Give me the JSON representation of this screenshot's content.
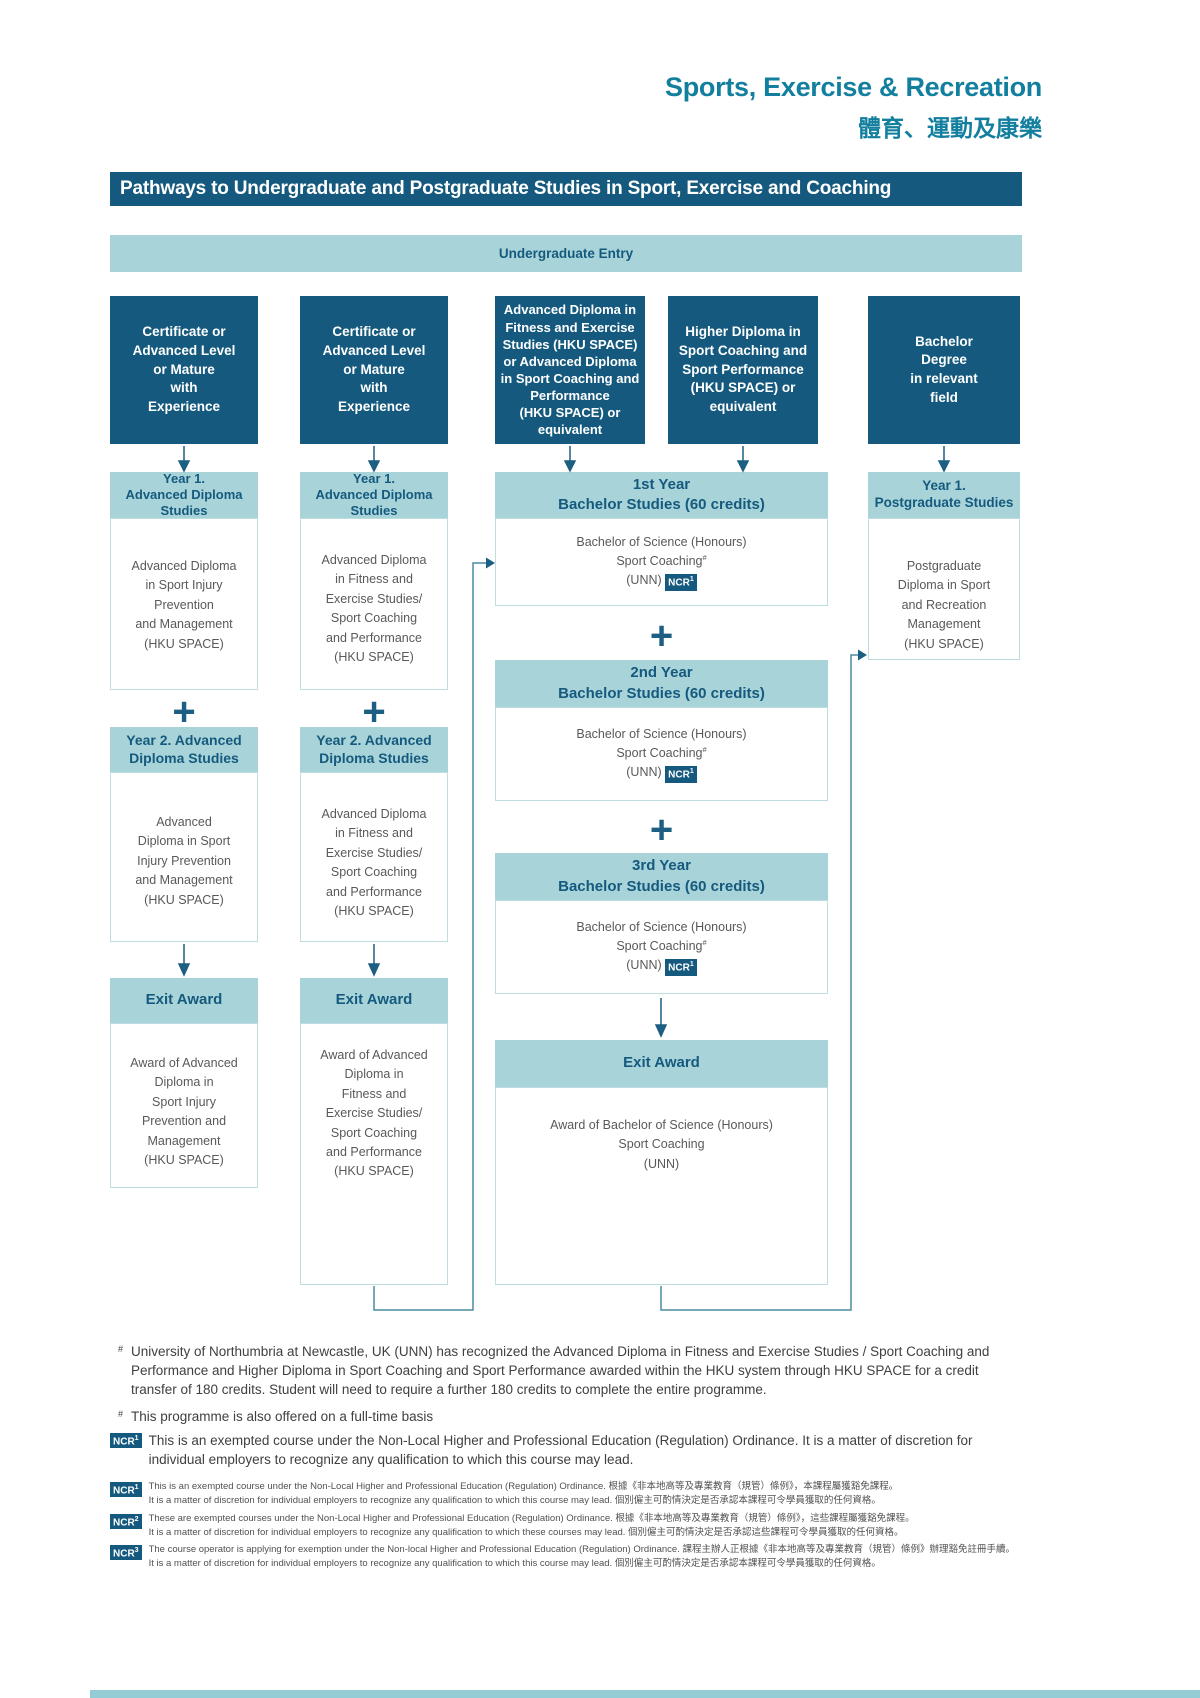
{
  "header": {
    "title_en": "Sports, Exercise & Recreation",
    "title_zh": "體育、運動及康樂",
    "banner": "Pathways to Undergraduate and Postgraduate Studies in Sport, Exercise and Coaching",
    "entry_band": "Undergraduate Entry"
  },
  "plus": "+",
  "entry_boxes": {
    "e1": "Certificate or\nAdvanced Level\nor Mature\nwith\nExperience",
    "e2": "Certificate or\nAdvanced Level\nor Mature\nwith\nExperience",
    "e3": "Advanced Diploma in\nFitness and Exercise\nStudies (HKU SPACE)\nor Advanced Diploma\nin Sport Coaching and\nPerformance\n(HKU SPACE) or\nequivalent",
    "e4": "Higher Diploma in\nSport Coaching and\nSport Performance\n(HKU SPACE) or\nequivalent",
    "e5": "Bachelor\nDegree\nin relevant\nfield"
  },
  "col1": {
    "y1_header": "Year 1.\nAdvanced Diploma\nStudies",
    "y1_body": "Advanced Diploma\nin Sport Injury\nPrevention\nand Management\n(HKU SPACE)",
    "y2_header": "Year 2. Advanced\nDiploma Studies",
    "y2_body": "Advanced\nDiploma in Sport\nInjury Prevention\nand Management\n(HKU SPACE)",
    "exit_header": "Exit Award",
    "exit_body": "Award of Advanced\nDiploma in\nSport Injury\nPrevention and\nManagement\n(HKU SPACE)"
  },
  "col2": {
    "y1_header": "Year 1.\nAdvanced Diploma\nStudies",
    "y1_body": "Advanced Diploma\nin Fitness and\nExercise Studies/\nSport Coaching\nand Performance\n(HKU SPACE)",
    "y2_header": "Year 2. Advanced\nDiploma Studies",
    "y2_body": "Advanced Diploma\nin Fitness and\nExercise Studies/\nSport Coaching\nand Performance\n(HKU SPACE)",
    "exit_header": "Exit Award",
    "exit_body": "Award of Advanced\nDiploma in\nFitness and\nExercise Studies/\nSport Coaching\nand Performance\n(HKU SPACE)"
  },
  "col3": {
    "y1_header": "1st Year\nBachelor Studies (60 credits)",
    "y2_header": "2nd Year\nBachelor Studies (60 credits)",
    "y3_header": "3rd Year\nBachelor Studies (60 credits)",
    "degree_line1": "Bachelor of Science (Honours)",
    "degree_line2": "Sport Coaching",
    "degree_sup": "#",
    "degree_line3": "(UNN)",
    "badge": "NCR",
    "badge_sup": "1",
    "exit_header": "Exit Award",
    "exit_body": "Award of Bachelor of Science (Honours)\nSport Coaching\n(UNN)"
  },
  "col5": {
    "y1_header": "Year 1.\nPostgraduate Studies",
    "y1_body": "Postgraduate\nDiploma in Sport\nand Recreation\nManagement\n(HKU SPACE)"
  },
  "footnotes": {
    "f1_marker": "#",
    "f1": "University of Northumbria at Newcastle, UK (UNN) has recognized the Advanced Diploma in Fitness and Exercise Studies / Sport Coaching and Performance and Higher Diploma in Sport Coaching and Sport Performance awarded within the HKU system through HKU SPACE for a credit transfer of 180 credits. Student will need to require a further 180 credits to complete the entire programme.",
    "f2_marker": "#",
    "f2": "This programme is also offered on a full-time basis",
    "f3_badge": "NCR",
    "f3_badge_sup": "1",
    "f3": "This is an exempted course under the Non-Local Higher and Professional Education (Regulation) Ordinance. It is a matter of discretion for individual employers to recognize any qualification to which this course may lead."
  },
  "ncr_block": [
    {
      "badge": "NCR",
      "sup": "1",
      "line1": "This is an exempted course under the Non-Local Higher and Professional Education (Regulation) Ordinance. 根據《非本地高等及專業教育（規管）條例》，本課程屬獲豁免課程。",
      "line2": "It is a matter of discretion for individual employers to recognize any qualification to which this course may lead. 個別僱主可酌情決定是否承認本課程可令學員獲取的任何資格。"
    },
    {
      "badge": "NCR",
      "sup": "2",
      "line1": "These are exempted courses under the Non-Local Higher and Professional Education (Regulation) Ordinance. 根據《非本地高等及專業教育（規管）條例》，這些課程屬獲豁免課程。",
      "line2": "It is a matter of discretion for individual employers to recognize any qualification to which these courses may lead. 個別僱主可酌情決定是否承認這些課程可令學員獲取的任何資格。"
    },
    {
      "badge": "NCR",
      "sup": "3",
      "line1": "The course operator is applying for exemption under the Non-local Higher and Professional Education (Regulation) Ordinance. 課程主辦人正根據《非本地高等及專業教育（規管）條例》辦理豁免註冊手續。",
      "line2": "It is a matter of discretion for individual employers to recognize any qualification to which this course may lead. 個別僱主可酌情決定是否承認本課程可令學員獲取的任何資格。"
    }
  ],
  "colors": {
    "teal_title": "#137f9e",
    "dark_blue": "#155a7e",
    "light_teal": "#a8d4d9",
    "body_border": "#bedde1",
    "body_text": "#59595b",
    "connector": "#4a8ba0"
  }
}
